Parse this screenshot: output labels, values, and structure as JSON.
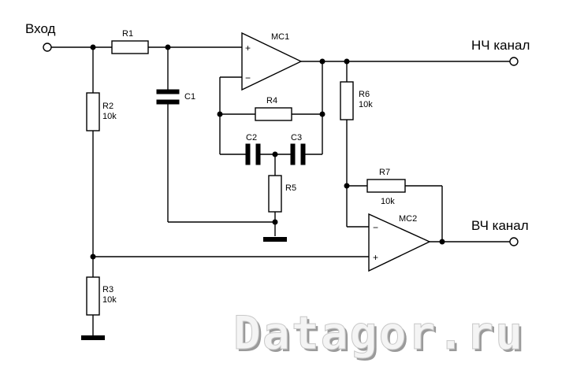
{
  "labels": {
    "input": "Вход",
    "lf_output": "НЧ канал",
    "hf_output": "ВЧ канал"
  },
  "components": {
    "r1": {
      "ref": "R1"
    },
    "r2": {
      "ref": "R2",
      "value": "10k"
    },
    "r3": {
      "ref": "R3",
      "value": "10k"
    },
    "r4": {
      "ref": "R4"
    },
    "r5": {
      "ref": "R5"
    },
    "r6": {
      "ref": "R6",
      "value": "10k"
    },
    "r7": {
      "ref": "R7",
      "value": "10k"
    },
    "c1": {
      "ref": "C1"
    },
    "c2": {
      "ref": "C2"
    },
    "c3": {
      "ref": "C3"
    },
    "mc1": {
      "ref": "MC1",
      "plus": "+",
      "minus": "−"
    },
    "mc2": {
      "ref": "MC2",
      "plus": "+",
      "minus": "−"
    }
  },
  "watermark": "Datagor.ru"
}
